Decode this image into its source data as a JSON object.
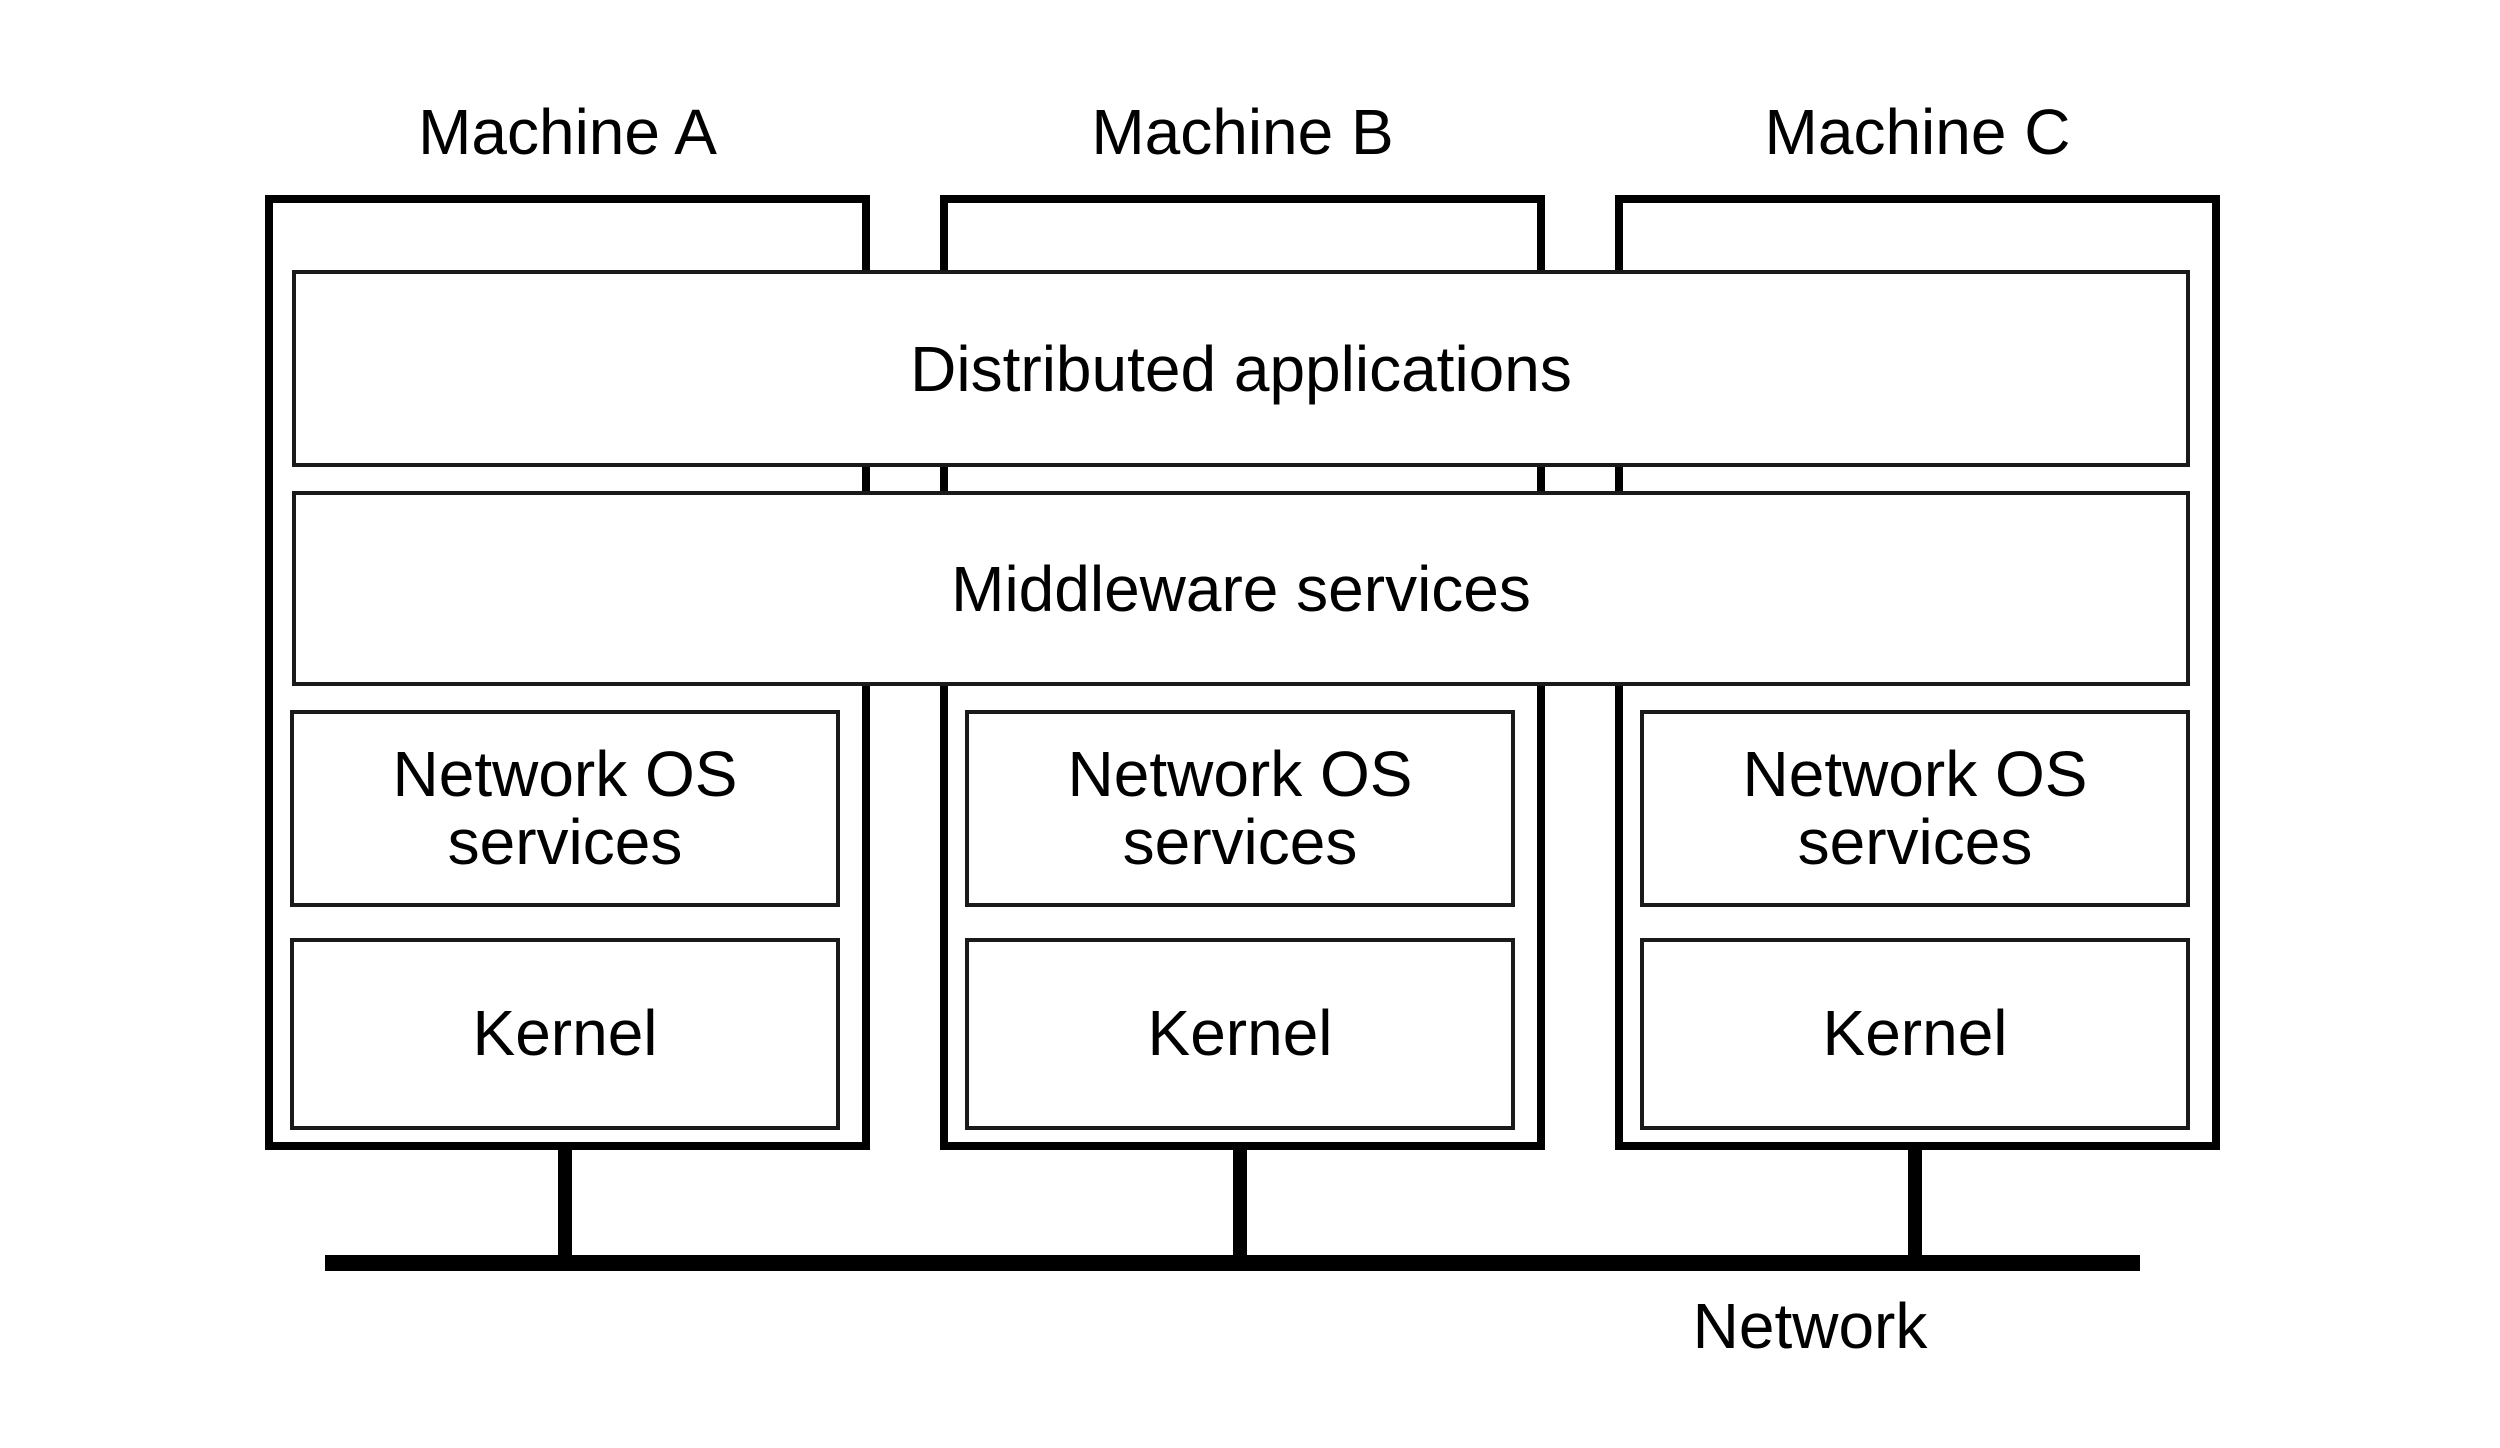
{
  "diagram": {
    "title_hint": "distributed-system-architecture",
    "machines": [
      {
        "label": "Machine A",
        "nos": "Network OS services",
        "kernel": "Kernel"
      },
      {
        "label": "Machine B",
        "nos": "Network OS services",
        "kernel": "Kernel"
      },
      {
        "label": "Machine C",
        "nos": "Network OS services",
        "kernel": "Kernel"
      }
    ],
    "layers": {
      "distributed": "Distributed applications",
      "middleware": "Middleware services"
    },
    "network": {
      "label": "Network"
    },
    "colors": {
      "thick_line": "#000000",
      "thin_line": "#1a1a1a",
      "background": "#ffffff",
      "text": "#000000"
    }
  }
}
